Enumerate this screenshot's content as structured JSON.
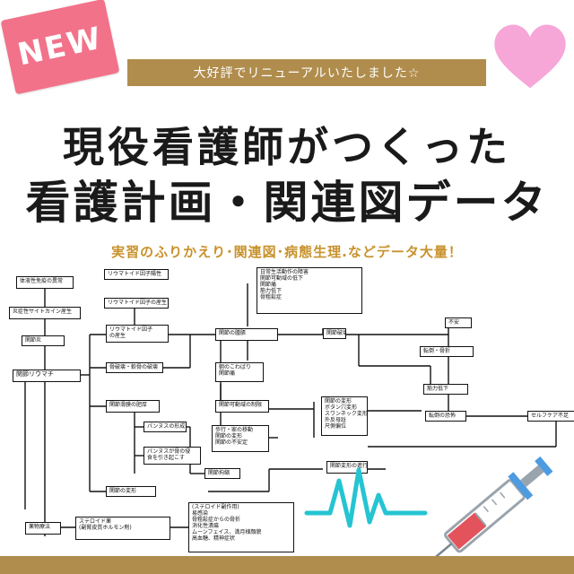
{
  "badge": {
    "text": "NEW"
  },
  "banner": {
    "text": "大好評でリニューアルいたしました☆"
  },
  "title": {
    "line1": "現役看護師がつくった",
    "line2": "看護計画・関連図データ"
  },
  "subtitle": "実習のふりかえり･関連図･病態生理.などデータ大量！",
  "diagram": {
    "nodes": {
      "n1": [
        "体液性免疫の異常"
      ],
      "n2": [
        "炎症性サイトカイン産生"
      ],
      "n3": [
        "関節炎"
      ],
      "n4": [
        "関節リウマチ"
      ],
      "n5": [
        "リウマトイド因子陽性"
      ],
      "n6": [
        "リウマトイド因子の産生"
      ],
      "n7": [
        "リウマトイド因子",
        "の産生"
      ],
      "n8": [
        "骨破壊・軟骨の破壊"
      ],
      "n9": [
        "関節滑膜の肥厚"
      ],
      "n10": [
        "パンヌスの形成"
      ],
      "n11": [
        "パンヌスが骨の侵",
        "食を引き起こす"
      ],
      "n12": [
        "関節の変形"
      ],
      "n13": [
        "関節の腫脹"
      ],
      "n14": [
        "朝のこわばり",
        "関節痛"
      ],
      "n15": [
        "関節可動域の制限"
      ],
      "n16": [
        "歩行・家の移動",
        "関節の変形",
        "関節の不安定"
      ],
      "n17": [
        "関節の変形",
        "ボタン穴変形",
        "スワンネック変形",
        "外反母趾",
        "尺側偏位"
      ],
      "n18": [
        "関節破壊"
      ],
      "n19": [
        "関節拘縮"
      ],
      "n20": [
        "関節変形の進行"
      ],
      "n21": [
        "筋力低下"
      ],
      "n22": [
        "転倒・骨折"
      ],
      "n23": [
        "転倒の恐怖"
      ],
      "n24": [
        "セルフケア不足"
      ],
      "n25": [
        "不安"
      ],
      "n26": [
        "日常生活動作の障害",
        "関節可動域の低下",
        "関節痛",
        "筋力低下",
        "骨粗鬆症"
      ],
      "n27": [
        "薬物療法"
      ],
      "n28": [
        "ステロイド薬",
        "(副腎皮質ホルモン剤)"
      ],
      "n29": [
        "(ステロイド副作用)",
        "易感染",
        "骨粗鬆症からの骨折",
        "消化性潰瘍",
        "ムーンフェイス、満月様顔貌",
        "高血糖、精神症状"
      ]
    }
  },
  "colors": {
    "accent_gold": "#b08d4d",
    "badge_pink": "#f2728a",
    "heart_pink": "#f7a6d8",
    "pulse_cyan": "#25c4d2",
    "subtitle_orange": "#c8922c"
  },
  "icons": [
    "heart-icon",
    "pulse-line-icon",
    "syringe-icon"
  ]
}
